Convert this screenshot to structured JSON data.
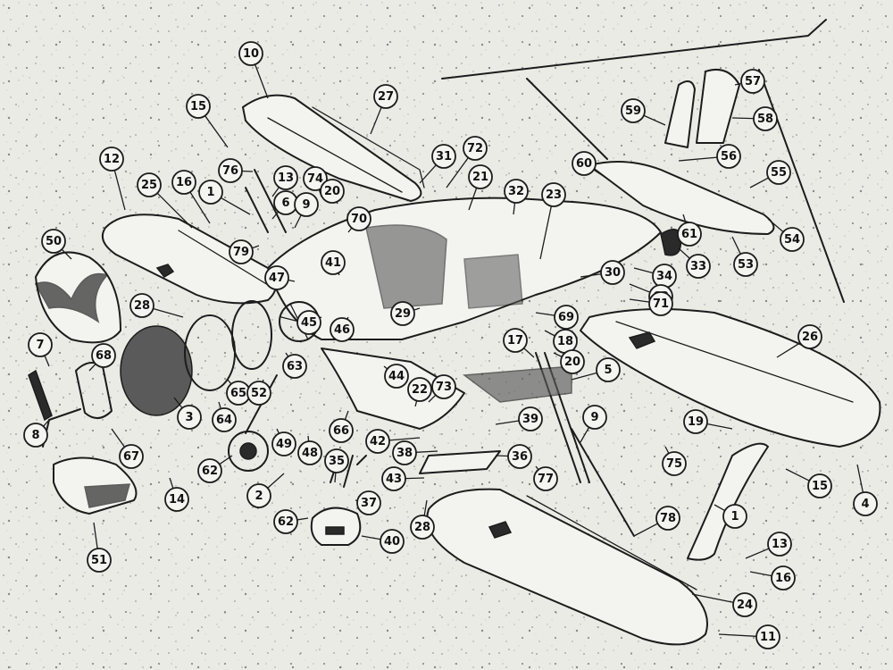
{
  "colors": {
    "paper": "#ebebe6",
    "ink": "#1c1c1c",
    "label_fill": "#f4f4f0"
  },
  "labels": [
    {
      "id": "c10",
      "text": "10"
    },
    {
      "id": "c27",
      "text": "27"
    },
    {
      "id": "c15a",
      "text": "15"
    },
    {
      "id": "c12",
      "text": "12"
    },
    {
      "id": "c76",
      "text": "76"
    },
    {
      "id": "c13a",
      "text": "13"
    },
    {
      "id": "c6",
      "text": "6"
    },
    {
      "id": "c9a",
      "text": "9"
    },
    {
      "id": "c74",
      "text": "74"
    },
    {
      "id": "c20a",
      "text": "20"
    },
    {
      "id": "c31",
      "text": "31"
    },
    {
      "id": "c72",
      "text": "72"
    },
    {
      "id": "c21",
      "text": "21"
    },
    {
      "id": "c25",
      "text": "25"
    },
    {
      "id": "c16a",
      "text": "16"
    },
    {
      "id": "c1a",
      "text": "1"
    },
    {
      "id": "c70",
      "text": "70"
    },
    {
      "id": "c79",
      "text": "79"
    },
    {
      "id": "c32",
      "text": "32"
    },
    {
      "id": "c23",
      "text": "23"
    },
    {
      "id": "c60",
      "text": "60"
    },
    {
      "id": "c59",
      "text": "59"
    },
    {
      "id": "c57",
      "text": "57"
    },
    {
      "id": "c58",
      "text": "58"
    },
    {
      "id": "c56",
      "text": "56"
    },
    {
      "id": "c55",
      "text": "55"
    },
    {
      "id": "c54",
      "text": "54"
    },
    {
      "id": "c61",
      "text": "61"
    },
    {
      "id": "c53",
      "text": "53"
    },
    {
      "id": "c33",
      "text": "33"
    },
    {
      "id": "c34",
      "text": "34"
    },
    {
      "id": "c62a",
      "text": "62"
    },
    {
      "id": "c71",
      "text": "71"
    },
    {
      "id": "c30",
      "text": "30"
    },
    {
      "id": "c69",
      "text": "69"
    },
    {
      "id": "c50",
      "text": "50"
    },
    {
      "id": "c28a",
      "text": "28"
    },
    {
      "id": "c47",
      "text": "47"
    },
    {
      "id": "c41",
      "text": "41"
    },
    {
      "id": "c45",
      "text": "45"
    },
    {
      "id": "c46",
      "text": "46"
    },
    {
      "id": "c29",
      "text": "29"
    },
    {
      "id": "c17",
      "text": "17"
    },
    {
      "id": "c18",
      "text": "18"
    },
    {
      "id": "c20b",
      "text": "20"
    },
    {
      "id": "c26",
      "text": "26"
    },
    {
      "id": "c5",
      "text": "5"
    },
    {
      "id": "c7",
      "text": "7"
    },
    {
      "id": "c68",
      "text": "68"
    },
    {
      "id": "c8",
      "text": "8"
    },
    {
      "id": "c3",
      "text": "3"
    },
    {
      "id": "c65",
      "text": "65"
    },
    {
      "id": "c52",
      "text": "52"
    },
    {
      "id": "c63",
      "text": "63"
    },
    {
      "id": "c64",
      "text": "64"
    },
    {
      "id": "c44",
      "text": "44"
    },
    {
      "id": "c22",
      "text": "22"
    },
    {
      "id": "c73",
      "text": "73"
    },
    {
      "id": "c66",
      "text": "66"
    },
    {
      "id": "c67",
      "text": "67"
    },
    {
      "id": "c14",
      "text": "14"
    },
    {
      "id": "c62b",
      "text": "62"
    },
    {
      "id": "c49",
      "text": "49"
    },
    {
      "id": "c48",
      "text": "48"
    },
    {
      "id": "c42",
      "text": "42"
    },
    {
      "id": "c38",
      "text": "38"
    },
    {
      "id": "c39",
      "text": "39"
    },
    {
      "id": "c9b",
      "text": "9"
    },
    {
      "id": "c19",
      "text": "19"
    },
    {
      "id": "c75",
      "text": "75"
    },
    {
      "id": "c36",
      "text": "36"
    },
    {
      "id": "c77",
      "text": "77"
    },
    {
      "id": "c43",
      "text": "43"
    },
    {
      "id": "c2",
      "text": "2"
    },
    {
      "id": "c35",
      "text": "35"
    },
    {
      "id": "c37",
      "text": "37"
    },
    {
      "id": "c15b",
      "text": "15"
    },
    {
      "id": "c4",
      "text": "4"
    },
    {
      "id": "c51",
      "text": "51"
    },
    {
      "id": "c62c",
      "text": "62"
    },
    {
      "id": "c28b",
      "text": "28"
    },
    {
      "id": "c40",
      "text": "40"
    },
    {
      "id": "c78",
      "text": "78"
    },
    {
      "id": "c1b",
      "text": "1"
    },
    {
      "id": "c13b",
      "text": "13"
    },
    {
      "id": "c16b",
      "text": "16"
    },
    {
      "id": "c24",
      "text": "24"
    },
    {
      "id": "c11",
      "text": "11"
    }
  ]
}
